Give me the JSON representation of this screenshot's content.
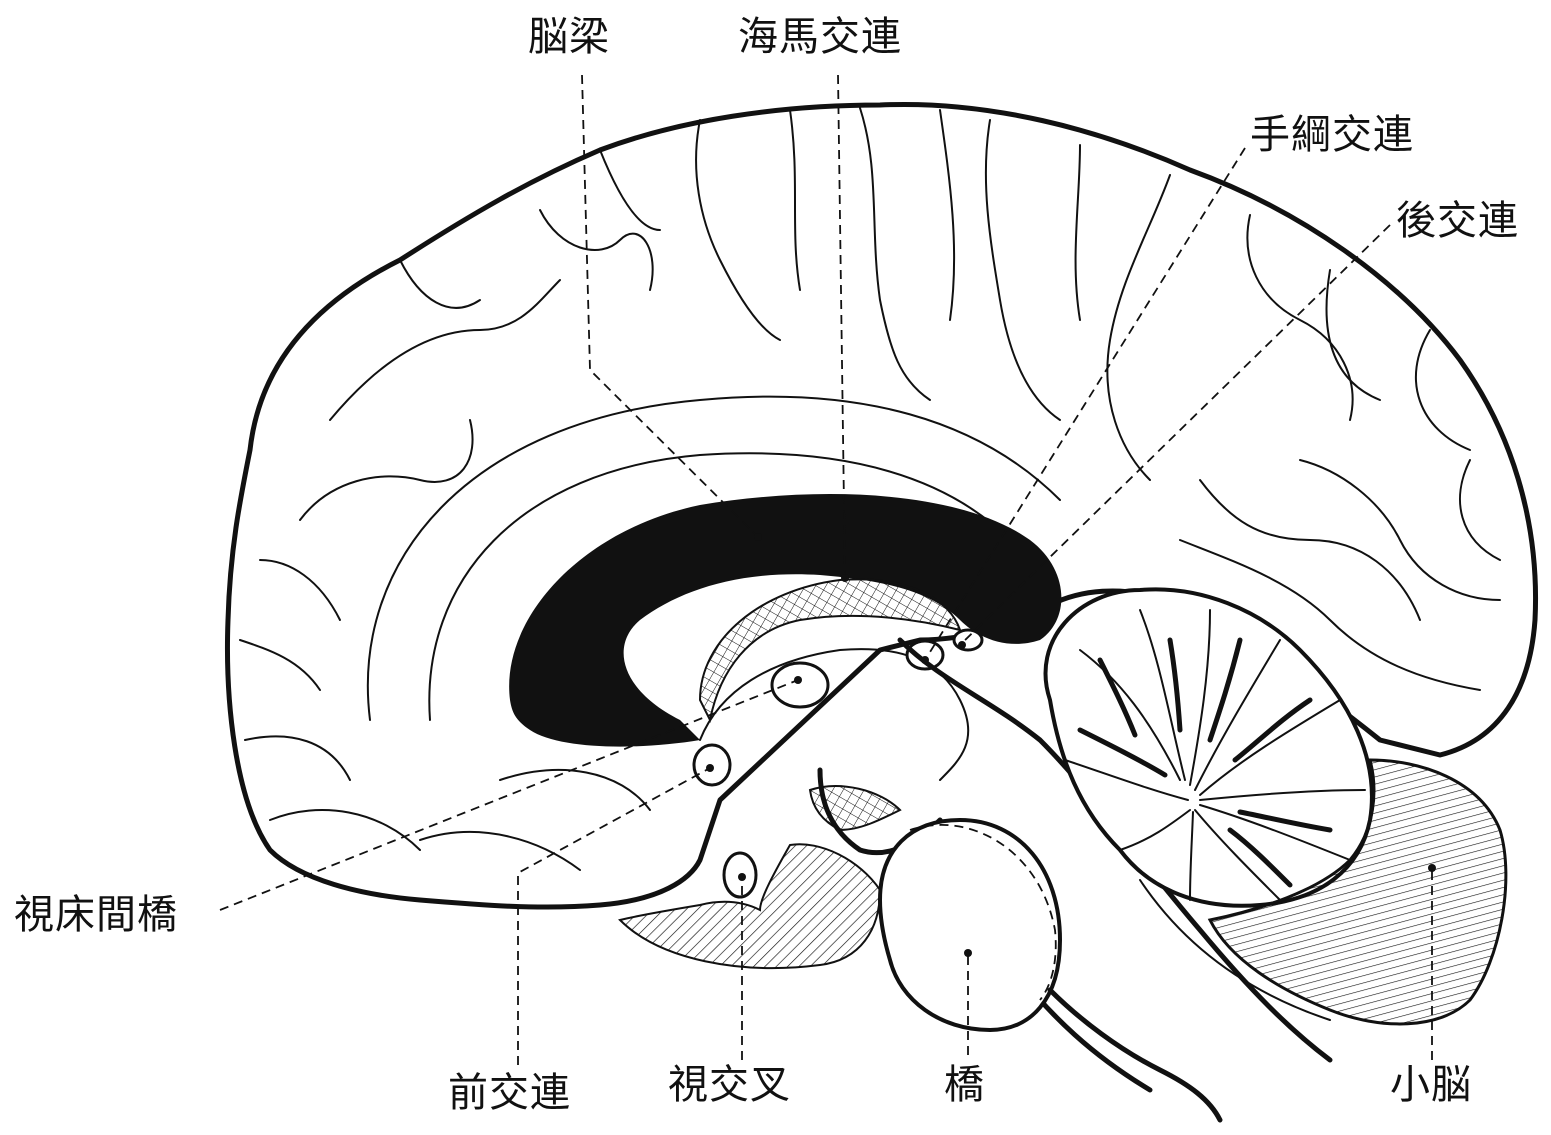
{
  "labels": {
    "corpus_callosum": "脳梁",
    "hippocampal_commissure": "海馬交連",
    "habenular_commissure": "手綱交連",
    "posterior_commissure": "後交連",
    "interthalamic_adhesion": "視床間橋",
    "anterior_commissure": "前交連",
    "optic_chiasm": "視交叉",
    "pons": "橋",
    "cerebellum": "小脳"
  },
  "colors": {
    "ink": "#111111",
    "background": "#ffffff"
  }
}
